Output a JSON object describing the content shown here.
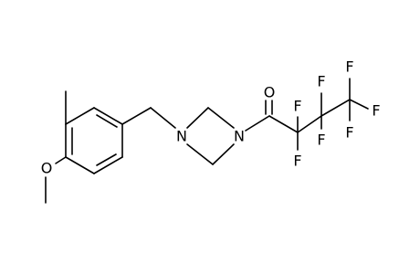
{
  "labels": {
    "o_methoxy": "O",
    "n_benzyl": "N",
    "n_amide": "N",
    "o_carbonyl": "O",
    "f_a1": "F",
    "f_a2": "F",
    "f_b1": "F",
    "f_b2": "F",
    "f_c1": "F",
    "f_c2": "F",
    "f_c3": "F"
  }
}
